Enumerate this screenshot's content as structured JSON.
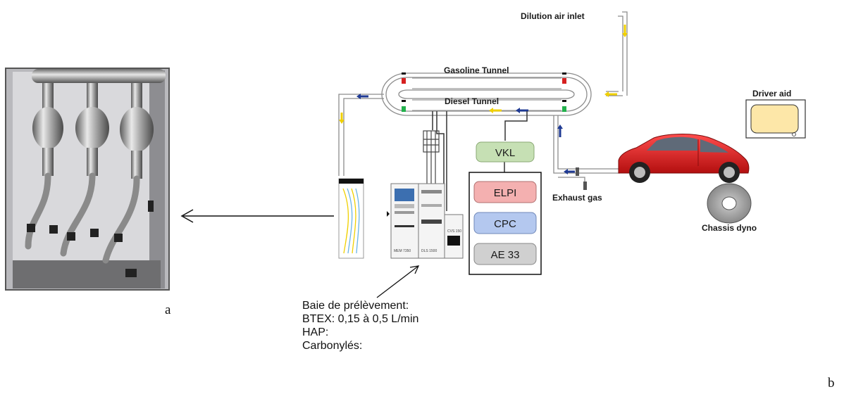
{
  "photo": {
    "caption": "a"
  },
  "diagram": {
    "caption": "b",
    "dilution_air_label": "Dilution air inlet",
    "gasoline_tunnel_label": "Gasoline Tunnel",
    "diesel_tunnel_label": "Diesel Tunnel",
    "driver_aid_label": "Driver aid",
    "exhaust_gas_label": "Exhaust gas",
    "chassis_dyno_label": "Chassis dyno",
    "instruments": [
      {
        "label": "VKL",
        "color": "#c6e0b4"
      },
      {
        "label": "ELPI",
        "color": "#f4b0b0"
      },
      {
        "label": "CPC",
        "color": "#b4c8ef"
      },
      {
        "label": "AE 33",
        "color": "#d0d0d0"
      }
    ],
    "rack_labels": [
      "MEM 7350",
      "DLS 1500",
      "CVS 150"
    ]
  },
  "sampling_notes": {
    "title": "Baie de prélèvement:",
    "lines": [
      "BTEX: 0,15 à 0,5 L/min",
      "HAP:",
      "Carbonylés:"
    ]
  },
  "colors": {
    "car_body": "#e01b1b",
    "arrow_blue": "#1f3a93",
    "arrow_yellow": "#f0d000",
    "marker_red": "#d62020",
    "marker_green": "#22b14c"
  }
}
